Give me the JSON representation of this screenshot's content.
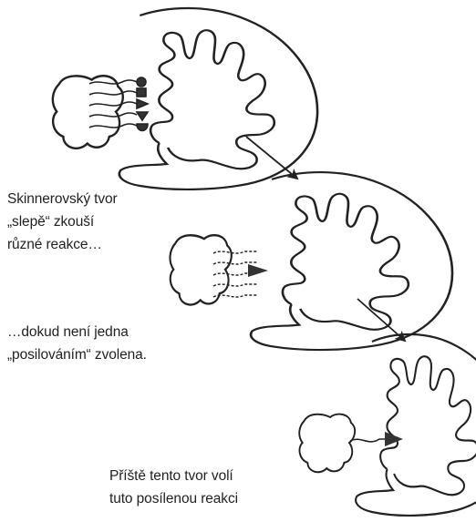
{
  "captions": {
    "c1": {
      "line1": "Skinnerovský tvor",
      "line2": "„slepě“ zkouší",
      "line3": "různé reakce…"
    },
    "c2": {
      "line1": "…dokud není jedna",
      "line2": "„posilováním“ zvolena."
    },
    "c3": {
      "line1": "Příště tento tvor volí",
      "line2": "tuto posílenou reakci"
    }
  },
  "colors": {
    "ink": "#222222",
    "background": "#ffffff"
  }
}
